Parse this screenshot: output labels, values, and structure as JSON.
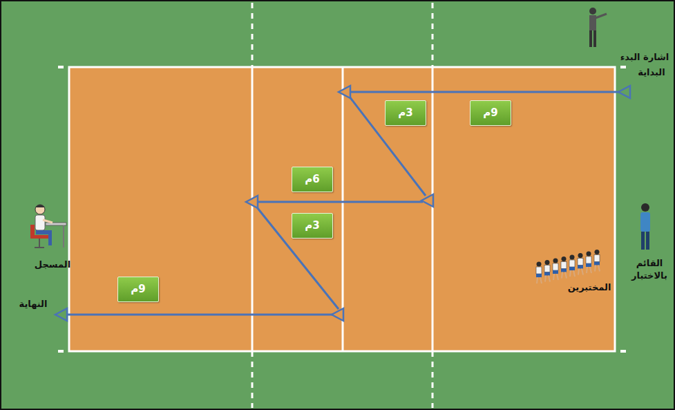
{
  "diagram": {
    "nodes": [
      {
        "text": [
          "3م"
        ]
      },
      {
        "text": [
          "9م"
        ]
      },
      {
        "text": [
          "6م"
        ]
      },
      {
        "text": [
          "3م"
        ]
      },
      {
        "text": [
          "9م"
        ]
      }
    ],
    "labels": [
      "اشارة البدء",
      "البداية",
      "المسجل",
      "النهاية",
      "القائم بالاختبار",
      "المختبرين"
    ]
  }
}
